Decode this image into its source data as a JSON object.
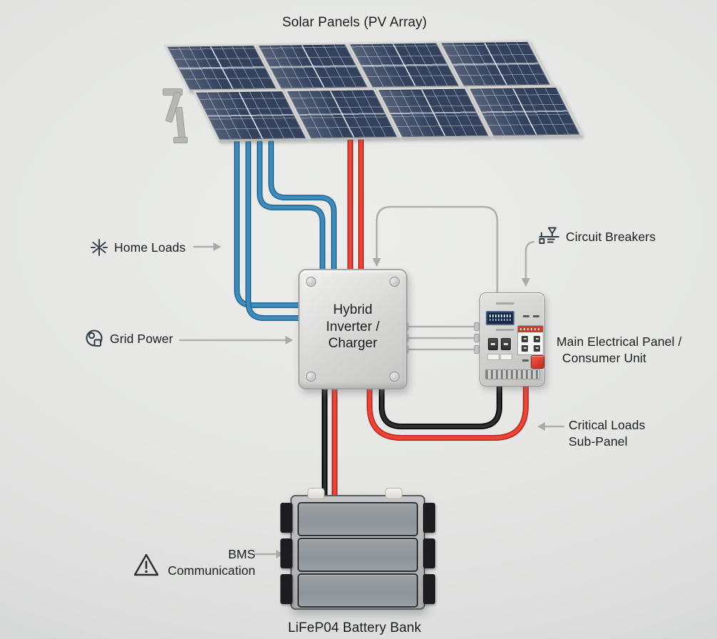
{
  "title": "Solar Panels (PV Array)",
  "inverter": {
    "lines": [
      "Hybrid",
      "Inverter /",
      "Charger"
    ]
  },
  "labels": {
    "home_loads": "Home Loads",
    "grid_power": "Grid Power",
    "circuit_breakers": "Circuit Breakers",
    "main_panel": [
      "Main Electrical Panel /",
      "Consumer Unit"
    ],
    "critical_loads": [
      "Critical Loads",
      "Sub-Panel"
    ],
    "bms": [
      "BMS",
      "Communication"
    ],
    "battery": "LiFeP04 Battery Bank"
  },
  "icons": {
    "home_loads": "starburst-icon",
    "grid_power": "grid-meter-icon",
    "circuit_breakers": "breaker-symbol-icon",
    "bms": "warning-triangle-icon"
  },
  "structure": {
    "pv_rows": 2,
    "pv_panels_per_row": 4,
    "battery_cells": 3
  },
  "colors": {
    "wire_dc_red": "#e23b2e",
    "wire_dc_blue": "#3585b5",
    "wire_black": "#262626",
    "signal_gray": "#aeaeae",
    "pv_cell_blue": "#33415d",
    "enclosure_gray": "#d6d6d5",
    "alert_red_button": "#d23a2e",
    "background": "#e6e7e5"
  }
}
